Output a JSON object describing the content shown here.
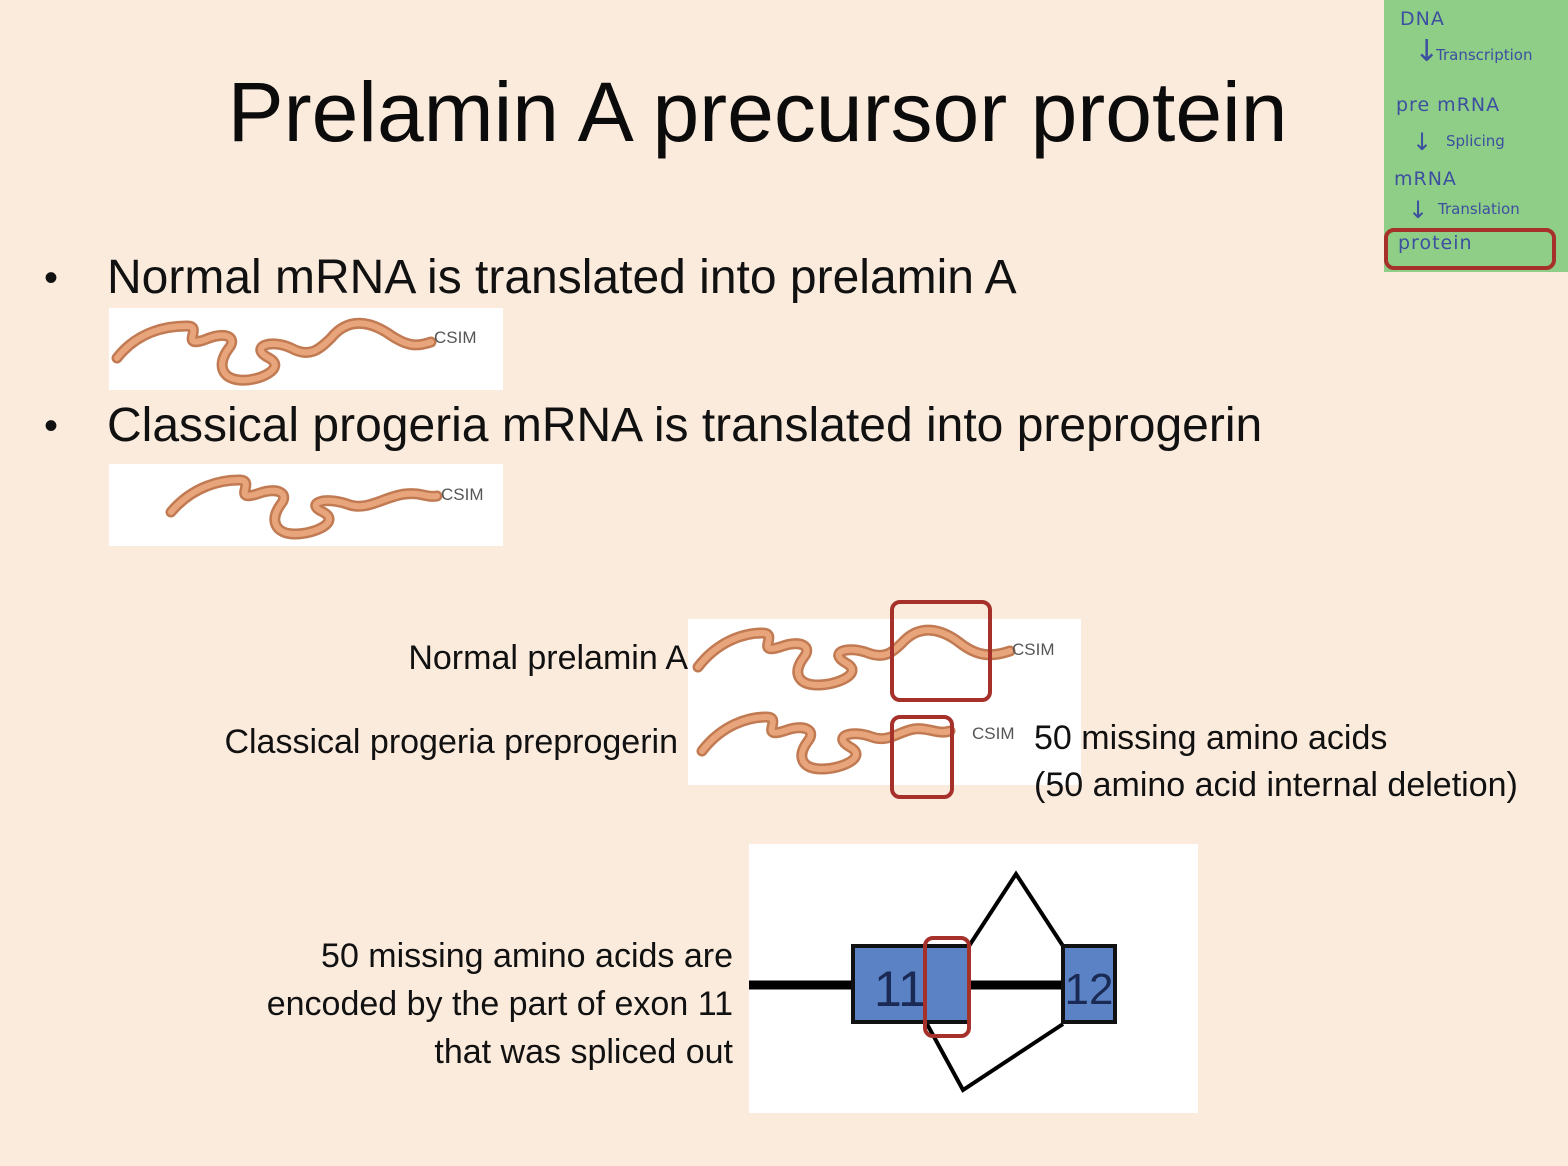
{
  "slide": {
    "title": "Prelamin A precursor protein",
    "bullets": [
      {
        "text": "Normal mRNA is translated into prelamin A",
        "tag": "CSIM"
      },
      {
        "text": "Classical progeria mRNA is translated into preprogerin",
        "tag": "CSIM"
      }
    ],
    "bullet_marker": "•"
  },
  "comparison": {
    "normal_label": "Normal prelamin A",
    "progeria_label": "Classical progeria preprogerin",
    "normal_tag": "CSIM",
    "progeria_tag": "CSIM",
    "missing_line1": "50 missing amino acids",
    "missing_line2": "(50 amino acid internal deletion)"
  },
  "exon": {
    "caption_line1": "50 missing amino acids are",
    "caption_line2": "encoded by the part of exon 11",
    "caption_line3": "that was spliced out",
    "exon_a": "11",
    "exon_b": "12"
  },
  "flowchart": {
    "dna": "DNA",
    "transcription": "Transcription",
    "pre_mrna": "pre mRNA",
    "splicing": "Splicing",
    "mrna": "mRNA",
    "translation": "Translation",
    "protein": "protein"
  },
  "colors": {
    "background": "#fbebdd",
    "protein_fill": "#e8a57c",
    "protein_outline": "#c17a52",
    "highlight": "#a6302a",
    "exon_fill": "#5b82c4",
    "flow_bg": "#8fce86"
  }
}
